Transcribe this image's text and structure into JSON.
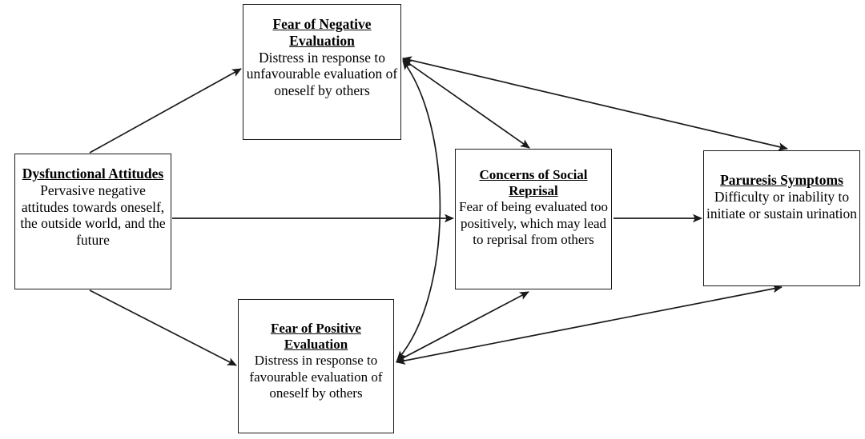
{
  "diagram": {
    "type": "conceptual-path-model",
    "background": "#ffffff",
    "line_color": "#1a1a1a",
    "nodes": [
      {
        "id": "dysfunctional-attitudes",
        "title": "Dysfunctional Attitudes",
        "description": "Pervasive negative attitudes towards oneself, the outside world, and the future"
      },
      {
        "id": "fear-negative-evaluation",
        "title": "Fear of Negative Evaluation",
        "description": "Distress in response to unfavourable evaluation of oneself by others"
      },
      {
        "id": "concerns-social-reprisal",
        "title": "Concerns of Social Reprisal",
        "description": "Fear of being evaluated too positively, which may lead to reprisal from others"
      },
      {
        "id": "fear-positive-evaluation",
        "title": "Fear of Positive Evaluation",
        "description": "Distress in response to favourable evaluation of oneself by others"
      },
      {
        "id": "paruresis-symptoms",
        "title": "Paruresis Symptoms",
        "description": "Difficulty or inability to initiate or sustain urination"
      }
    ],
    "edges": [
      {
        "from": "dysfunctional-attitudes",
        "to": "fear-negative-evaluation",
        "style": "single-arrow"
      },
      {
        "from": "dysfunctional-attitudes",
        "to": "concerns-social-reprisal",
        "style": "single-arrow"
      },
      {
        "from": "dysfunctional-attitudes",
        "to": "fear-positive-evaluation",
        "style": "single-arrow"
      },
      {
        "from": "concerns-social-reprisal",
        "to": "paruresis-symptoms",
        "style": "single-arrow"
      },
      {
        "from": "fear-negative-evaluation",
        "to": "concerns-social-reprisal",
        "style": "double-arrow"
      },
      {
        "from": "fear-positive-evaluation",
        "to": "concerns-social-reprisal",
        "style": "double-arrow"
      },
      {
        "from": "fear-negative-evaluation",
        "to": "fear-positive-evaluation",
        "style": "double-arrow-curved"
      },
      {
        "from": "fear-negative-evaluation",
        "to": "paruresis-symptoms",
        "style": "double-arrow"
      },
      {
        "from": "fear-positive-evaluation",
        "to": "paruresis-symptoms",
        "style": "double-arrow"
      }
    ]
  }
}
